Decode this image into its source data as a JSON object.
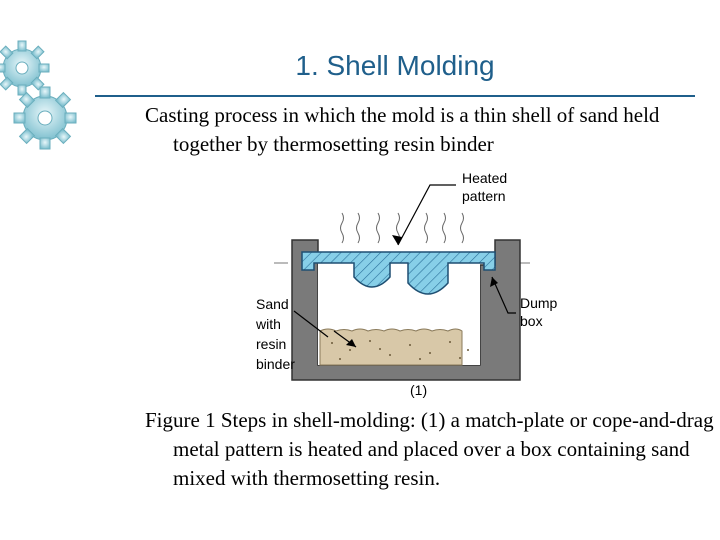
{
  "slide": {
    "title": "1. Shell Molding",
    "intro": "Casting process in which the mold is a thin shell of sand held together by thermosetting resin binder",
    "caption": "Figure 1  Steps in shell‑molding: (1) a match‑plate or cope‑and‑drag metal pattern is heated and placed over a box containing sand mixed with thermosetting resin."
  },
  "figure": {
    "labels": {
      "heated_line1": "Heated",
      "heated_line2": "pattern",
      "dump_line1": "Dump",
      "dump_line2": "box",
      "sand_line1": "Sand",
      "sand_line2": "with",
      "sand_line3": "resin",
      "sand_line4": "binder",
      "step": "(1)"
    }
  },
  "colors": {
    "title": "#1f5f8b",
    "pattern_fill": "#87cfe8",
    "box_fill": "#7a7a7a",
    "sand_fill": "#d8c8a8",
    "gear_fill": "#9fd3dd"
  },
  "icons": [
    "gear-icon",
    "gear-icon"
  ]
}
